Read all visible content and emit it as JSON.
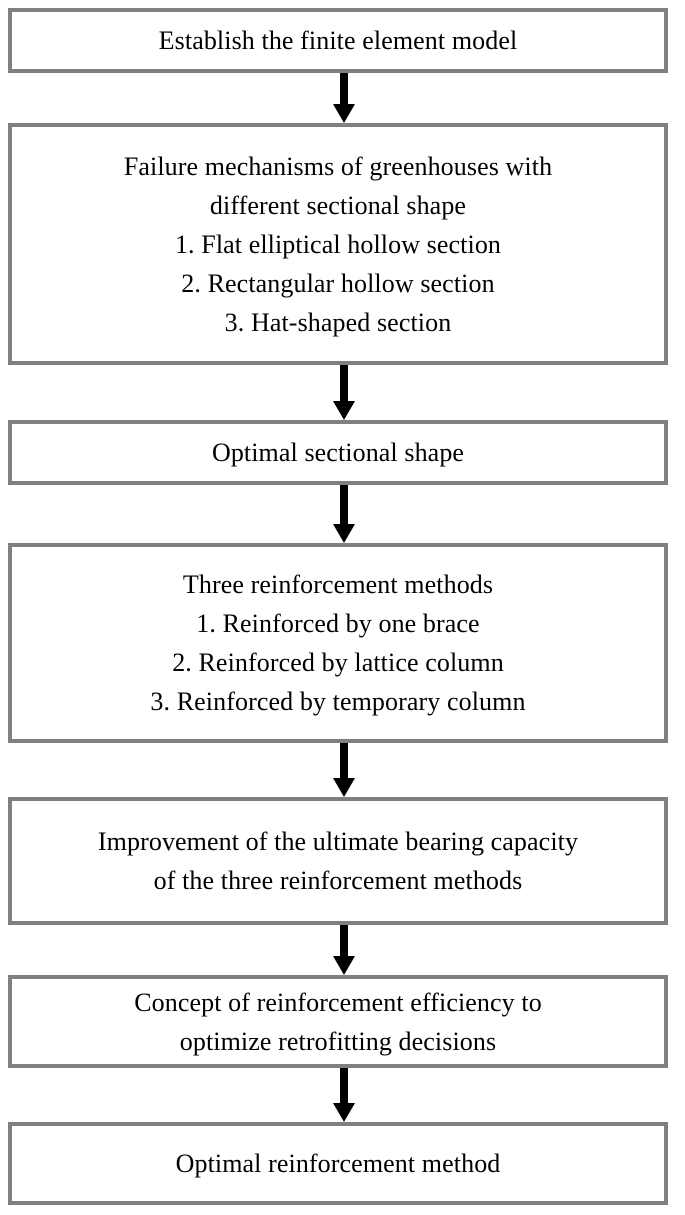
{
  "diagram": {
    "type": "flowchart",
    "orientation": "vertical",
    "colors": {
      "box_border": "#808080",
      "box_fill": "#ffffff",
      "arrow": "#000000",
      "text": "#000000"
    },
    "nodes": [
      {
        "id": "node-1",
        "name": "establish-model",
        "lines": [
          "Establish the finite element model"
        ]
      },
      {
        "id": "node-2",
        "name": "failure-mechanisms",
        "lines": [
          "Failure mechanisms of greenhouses with",
          "different sectional shape",
          "1. Flat elliptical hollow section",
          "2. Rectangular hollow section",
          "3. Hat-shaped section"
        ]
      },
      {
        "id": "node-3",
        "name": "optimal-sectional-shape",
        "lines": [
          "Optimal sectional shape"
        ]
      },
      {
        "id": "node-4",
        "name": "three-reinforcement-methods",
        "lines": [
          "Three reinforcement methods",
          "1. Reinforced by one brace",
          "2. Reinforced by lattice column",
          "3. Reinforced by temporary column"
        ]
      },
      {
        "id": "node-5",
        "name": "improvement-bearing-capacity",
        "lines": [
          "Improvement of the ultimate bearing capacity",
          "of the three reinforcement methods"
        ]
      },
      {
        "id": "node-6",
        "name": "reinforcement-efficiency-concept",
        "lines": [
          "Concept of reinforcement efficiency to",
          "optimize retrofitting decisions"
        ]
      },
      {
        "id": "node-7",
        "name": "optimal-reinforcement-method",
        "lines": [
          "Optimal reinforcement method"
        ]
      }
    ],
    "connectors": [
      {
        "id": "arrow-1",
        "from": "node-1",
        "to": "node-2"
      },
      {
        "id": "arrow-2",
        "from": "node-2",
        "to": "node-3"
      },
      {
        "id": "arrow-3",
        "from": "node-3",
        "to": "node-4"
      },
      {
        "id": "arrow-4",
        "from": "node-4",
        "to": "node-5"
      },
      {
        "id": "arrow-5",
        "from": "node-5",
        "to": "node-6"
      },
      {
        "id": "arrow-6",
        "from": "node-6",
        "to": "node-7"
      }
    ]
  }
}
